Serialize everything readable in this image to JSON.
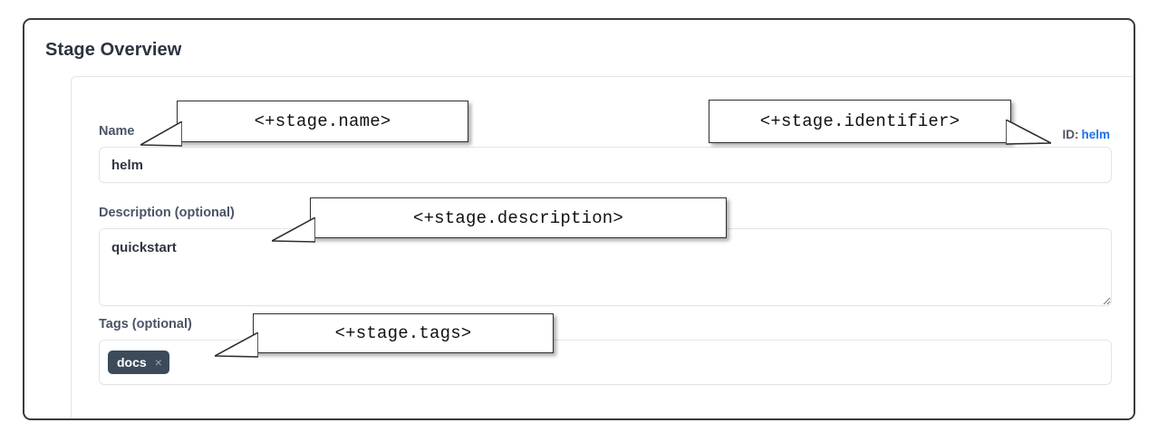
{
  "page": {
    "title": "Stage Overview"
  },
  "identifier": {
    "label": "ID:",
    "value": "helm"
  },
  "form": {
    "name": {
      "label": "Name",
      "value": "helm",
      "placeholder": ""
    },
    "description": {
      "label": "Description (optional)",
      "value": "quickstart",
      "placeholder": ""
    },
    "tags": {
      "label": "Tags (optional)",
      "chips": [
        {
          "text": "docs",
          "remove_icon": "×"
        }
      ]
    }
  },
  "annotations": [
    {
      "id": "name",
      "text": "<+stage.name>"
    },
    {
      "id": "identifier",
      "text": "<+stage.identifier>"
    },
    {
      "id": "description",
      "text": "<+stage.description>"
    },
    {
      "id": "tags",
      "text": "<+stage.tags>"
    }
  ],
  "colors": {
    "label": "#4a5568",
    "link": "#1a73e8",
    "chip": "#3c4a5a",
    "frame": "#3a3a3a",
    "heading": "#2c3340"
  }
}
